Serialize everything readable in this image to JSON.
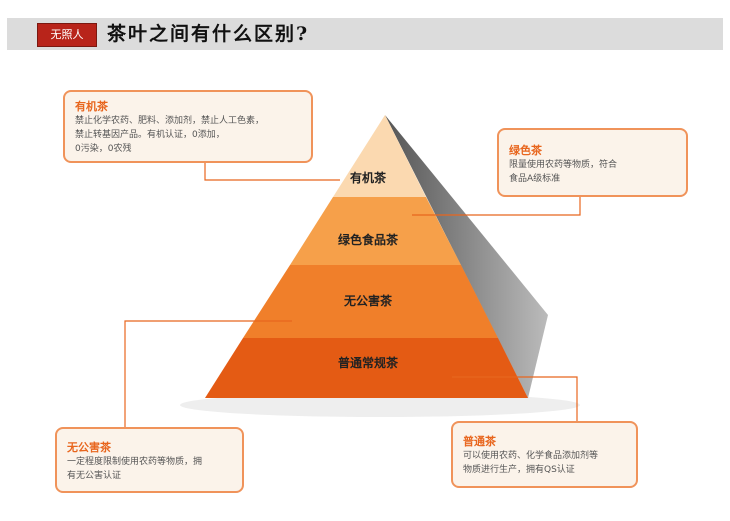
{
  "header": {
    "seal": "无照人",
    "title": "茶叶之间有什么区别?"
  },
  "pyramid": {
    "levels": [
      "有机茶",
      "绿色食品茶",
      "无公害茶",
      "普通常规茶"
    ],
    "colors": [
      "#fbd9b0",
      "#f6a04a",
      "#f07f2a",
      "#e45b14",
      "#8a8a8a"
    ]
  },
  "boxes": [
    {
      "title": "有机茶",
      "lines": [
        "禁止化学农药、肥料、添加剂，禁止人工色素，",
        "禁止转基因产品。有机认证，0添加，",
        "0污染，0农残"
      ]
    },
    {
      "title": "绿色茶",
      "lines": [
        "限量使用农药等物质，符合",
        "食品A级标准"
      ]
    },
    {
      "title": "无公害茶",
      "lines": [
        "一定程度限制使用农药等物质，拥",
        "有无公害认证"
      ]
    },
    {
      "title": "普通茶",
      "lines": [
        "可以使用农药、化学食品添加剂等",
        "物质进行生产，拥有QS认证"
      ]
    }
  ]
}
